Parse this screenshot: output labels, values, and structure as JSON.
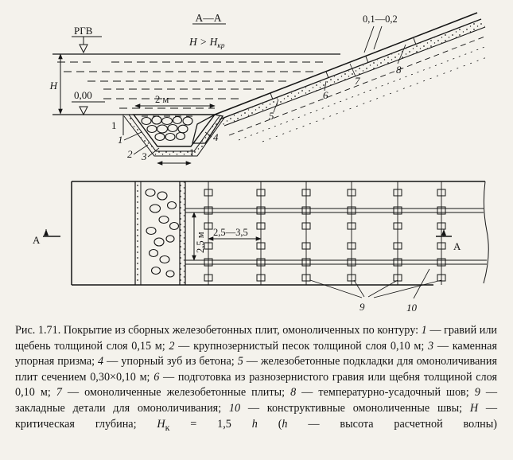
{
  "section": {
    "label": "А—А",
    "condition_main": "H > H",
    "condition_sub": "кр"
  },
  "labels": {
    "water_level": "РГВ",
    "depth": "H",
    "zero_level": "0,00",
    "width": "2 м",
    "toe_depth": "1",
    "thickness": "0,1—0,2",
    "plan_height": "2,5 м",
    "plan_spacing": "2,5—3,5",
    "cut_left": "А",
    "cut_right": "А",
    "n1": "1",
    "n2": "2",
    "n3": "3",
    "n4": "4",
    "n5": "5",
    "n6": "6",
    "n7": "7",
    "n8": "8",
    "n9": "9",
    "n10": "10"
  },
  "caption": {
    "title": "Рис. 1.71. Покрытие из сборных железобетонных плит, омоноличенных по контуру:",
    "items": [
      {
        "num": "1",
        "text": " — гравий или щебень толщиной слоя 0,15 м; "
      },
      {
        "num": "2",
        "text": " — крупнозернистый песок толщиной слоя 0,10 м; "
      },
      {
        "num": "3",
        "text": " — каменная упорная призма; "
      },
      {
        "num": "4",
        "text": " — упорный зуб из бетона; "
      },
      {
        "num": "5",
        "text": " — железобетонные подкладки для омоноличивания плит сечением 0,30×0,10 м; "
      },
      {
        "num": "6",
        "text": " — подготовка из разнозернистого гравия или щебня толщиной слоя 0,10 м; "
      },
      {
        "num": "7",
        "text": " — омоноличенные железобетонные плиты; "
      },
      {
        "num": "8",
        "text": " — температурно-усадочный шов; "
      },
      {
        "num": "9",
        "text": " — закладные детали для омоноличивания; "
      },
      {
        "num": "10",
        "text": " — конструктивные омоноличенные швы; "
      }
    ],
    "h_symbol": "H",
    "h_text": " — критическая глубина; ",
    "hk_symbol": "H",
    "hk_sub": "к",
    "hk_text": " = 1,5 ",
    "h_small": "h",
    "h_paren_open": " (",
    "h_small2": "h",
    "h_def": " — высота расчетной волны)"
  }
}
